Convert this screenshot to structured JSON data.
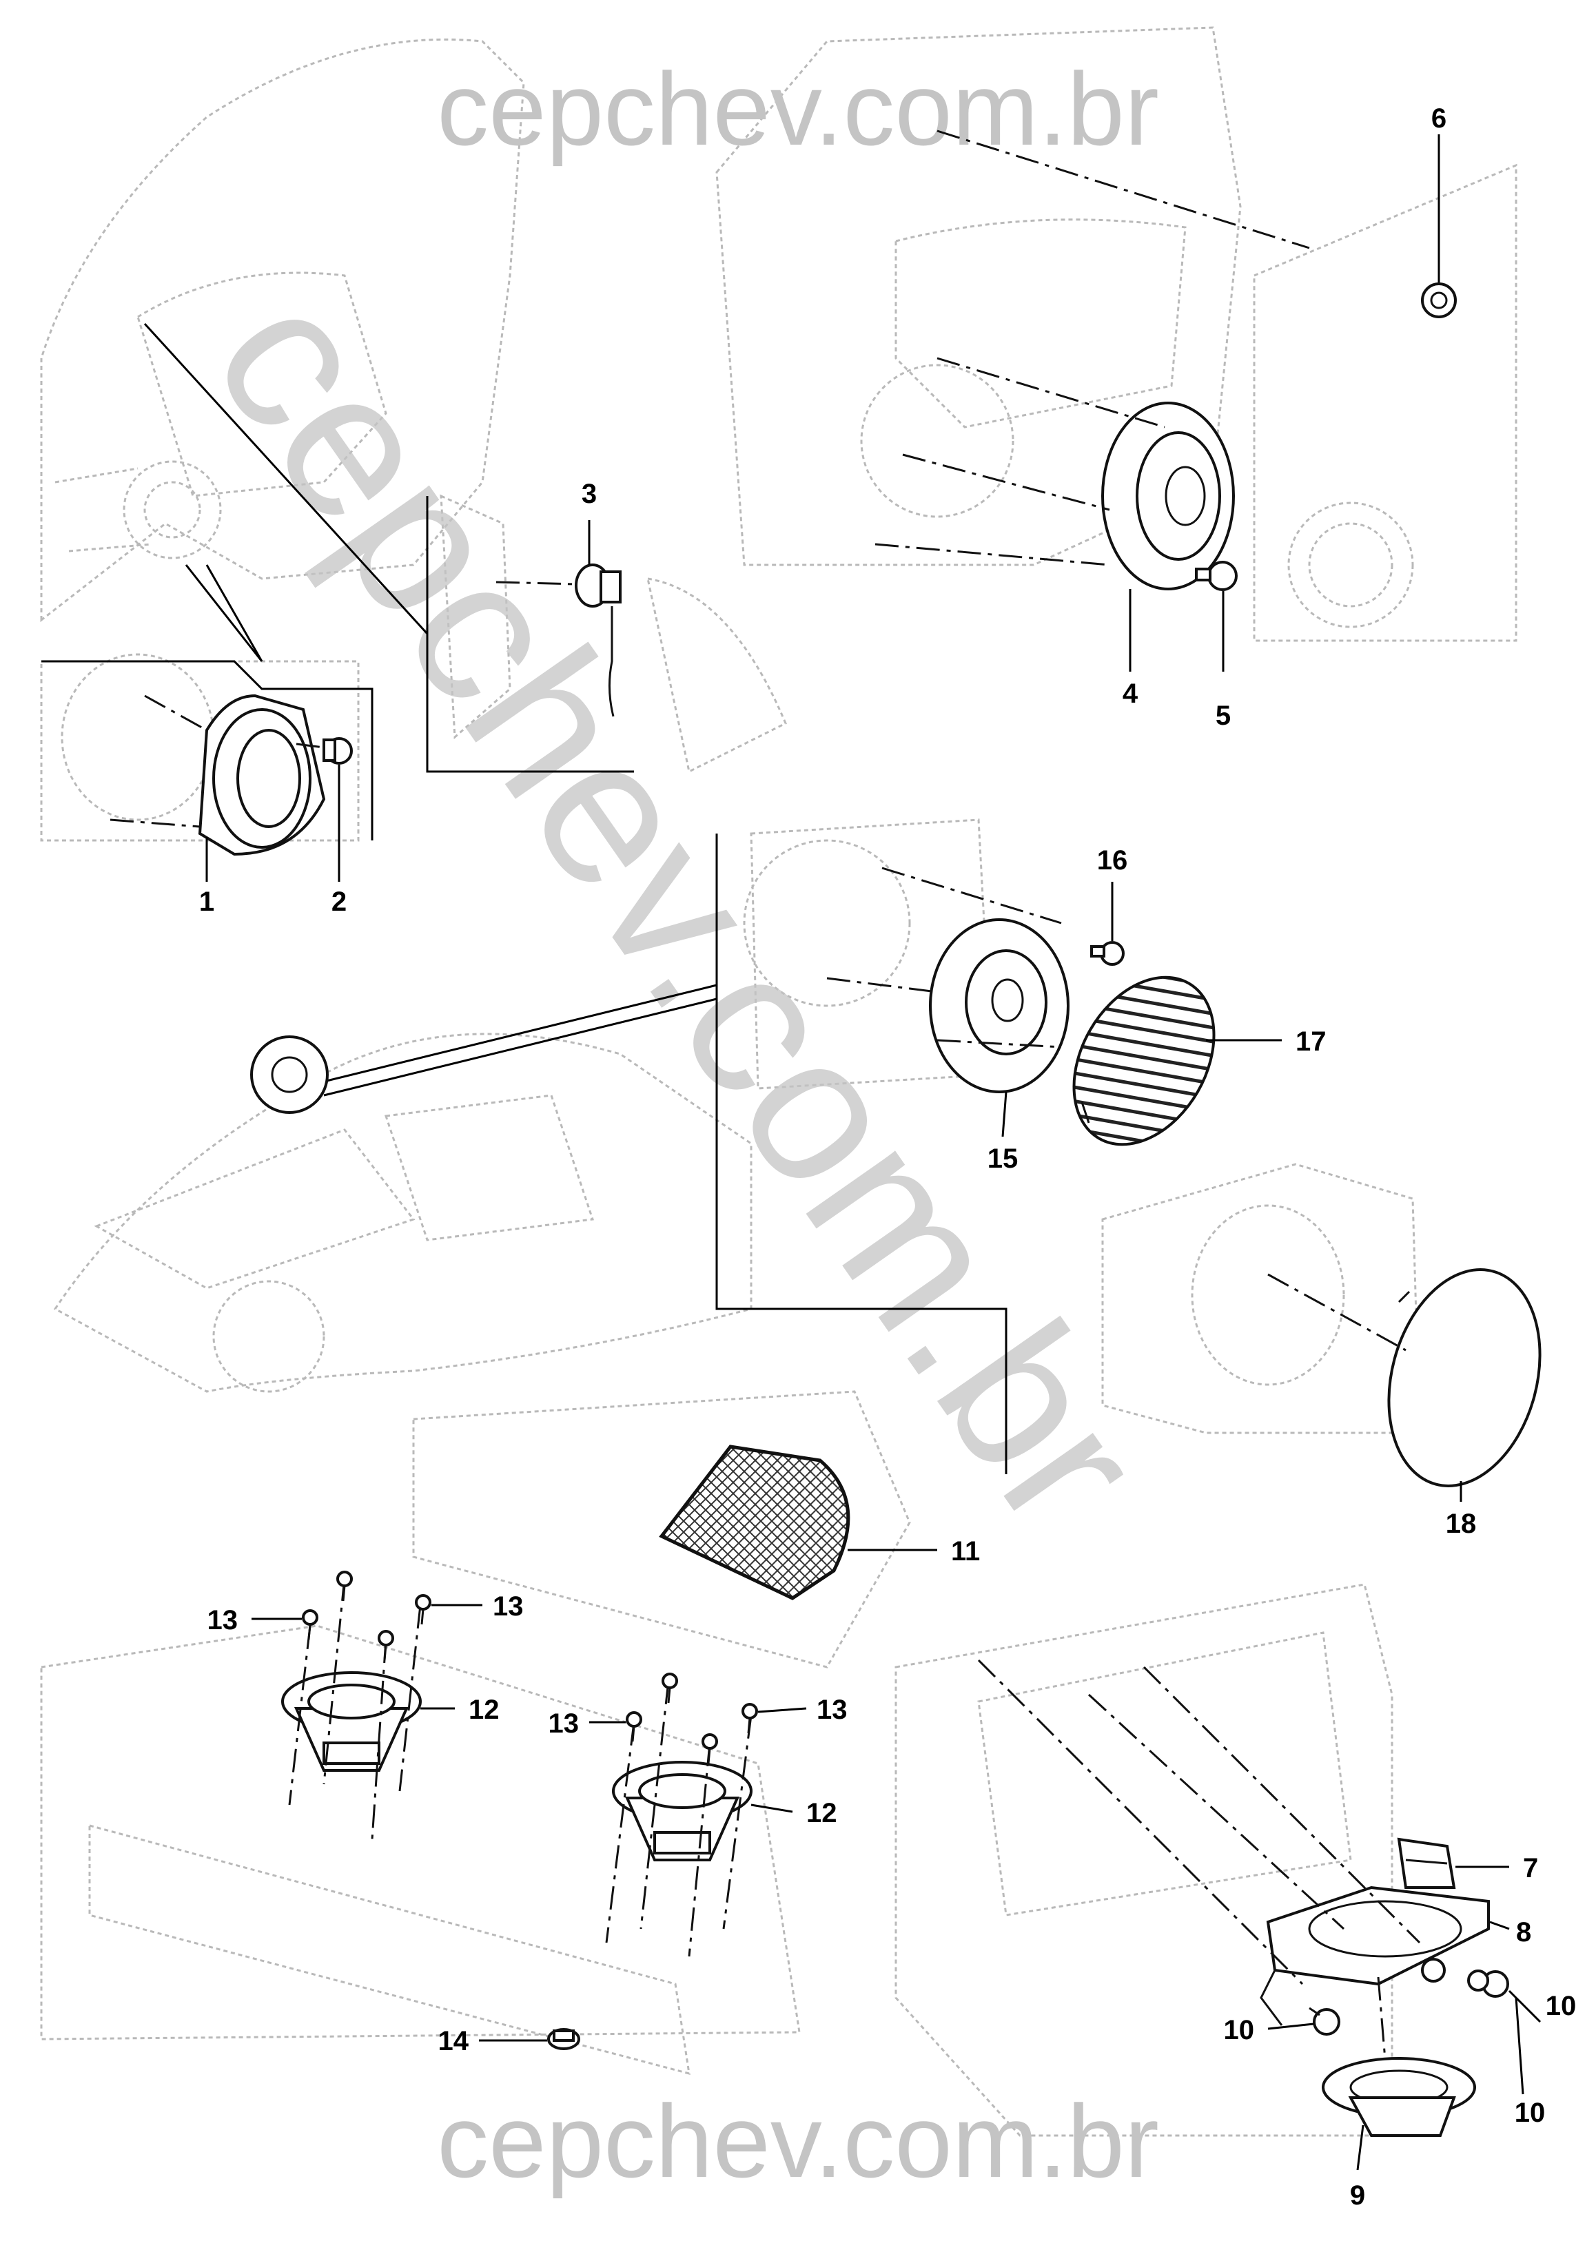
{
  "watermark": {
    "top": "cepchev.com.br",
    "bottom": "cepchev.com.br",
    "diagonal": "cepchev.com.br"
  },
  "callouts": [
    {
      "id": "1",
      "label": "1"
    },
    {
      "id": "2",
      "label": "2"
    },
    {
      "id": "3",
      "label": "3"
    },
    {
      "id": "4",
      "label": "4"
    },
    {
      "id": "5",
      "label": "5"
    },
    {
      "id": "6",
      "label": "6"
    },
    {
      "id": "7",
      "label": "7"
    },
    {
      "id": "8",
      "label": "8"
    },
    {
      "id": "9",
      "label": "9"
    },
    {
      "id": "10",
      "label": "10"
    },
    {
      "id": "11",
      "label": "11"
    },
    {
      "id": "12",
      "label": "12"
    },
    {
      "id": "13",
      "label": "13"
    },
    {
      "id": "14",
      "label": "14"
    },
    {
      "id": "15",
      "label": "15"
    },
    {
      "id": "16",
      "label": "16"
    },
    {
      "id": "17",
      "label": "17"
    },
    {
      "id": "18",
      "label": "18"
    }
  ],
  "colors": {
    "background": "#ffffff",
    "line_art": "#111111",
    "sketch": "#b9b9b9",
    "watermark": "#c4c4c4"
  }
}
